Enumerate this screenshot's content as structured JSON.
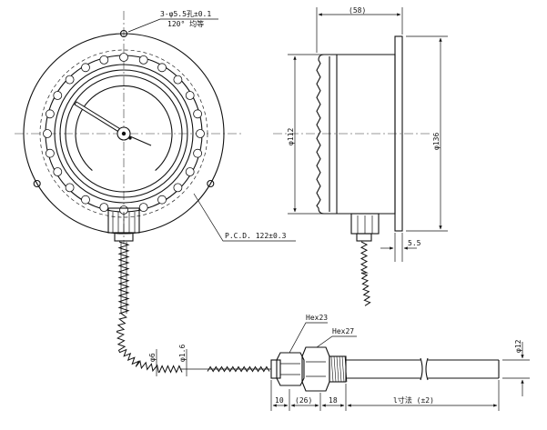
{
  "labels": {
    "holes": "3-φ5.5孔±0.1",
    "holes_spacing": "120° 均等",
    "pcd": "P.C.D. 122±0.3",
    "depth": "(58)",
    "dia_inner": "φ112",
    "dia_outer": "φ136",
    "flange_thk": "5.5",
    "hex23": "Hex23",
    "hex27": "Hex27",
    "dia6": "φ6",
    "dia1_6": "φ1.6",
    "dia12": "φ12",
    "dim10": "10",
    "dim26": "(26)",
    "dim18": "18",
    "dim_l": "l寸法 (±2)"
  }
}
